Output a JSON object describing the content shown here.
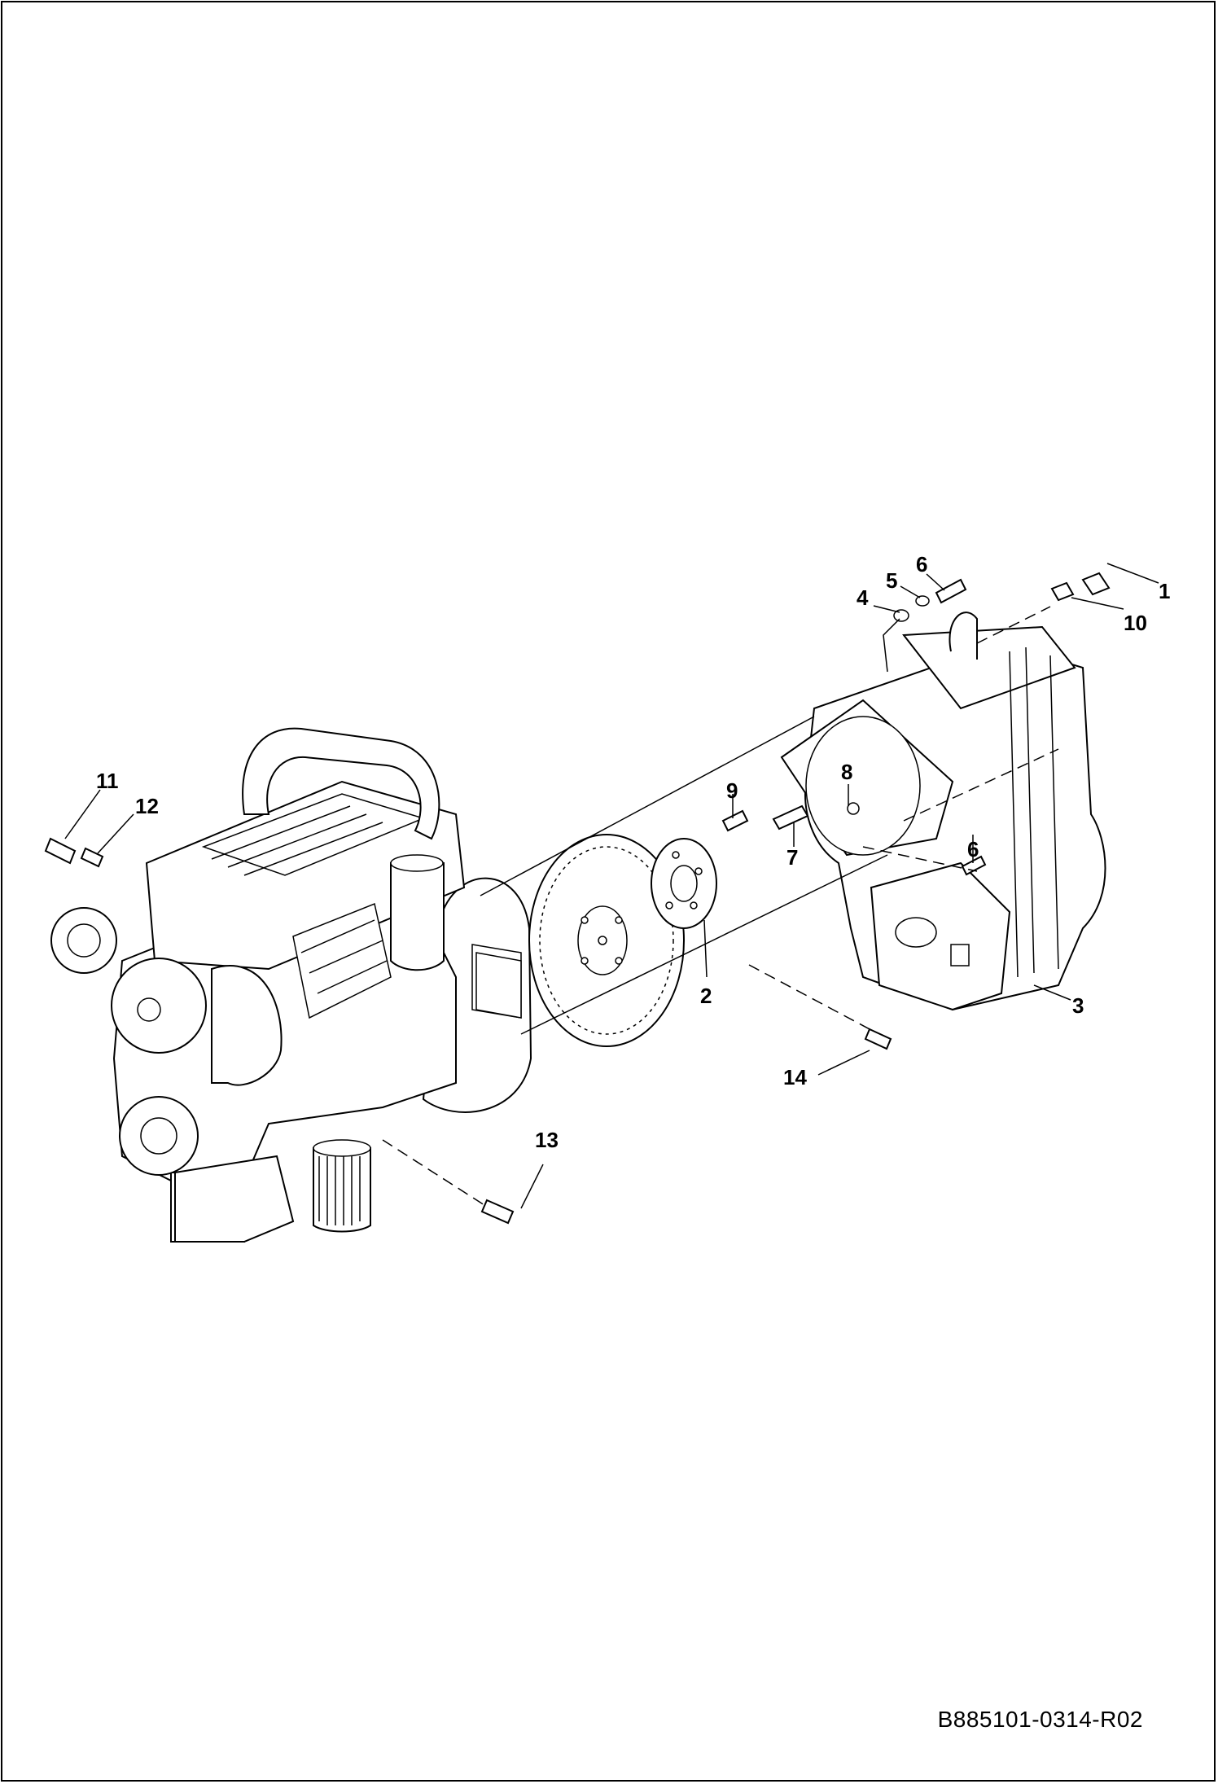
{
  "diagram": {
    "document_id": "B885101-0314-R02",
    "callouts": [
      "1",
      "2",
      "3",
      "4",
      "5",
      "6",
      "6",
      "7",
      "8",
      "9",
      "10",
      "11",
      "12",
      "13",
      "14"
    ]
  }
}
